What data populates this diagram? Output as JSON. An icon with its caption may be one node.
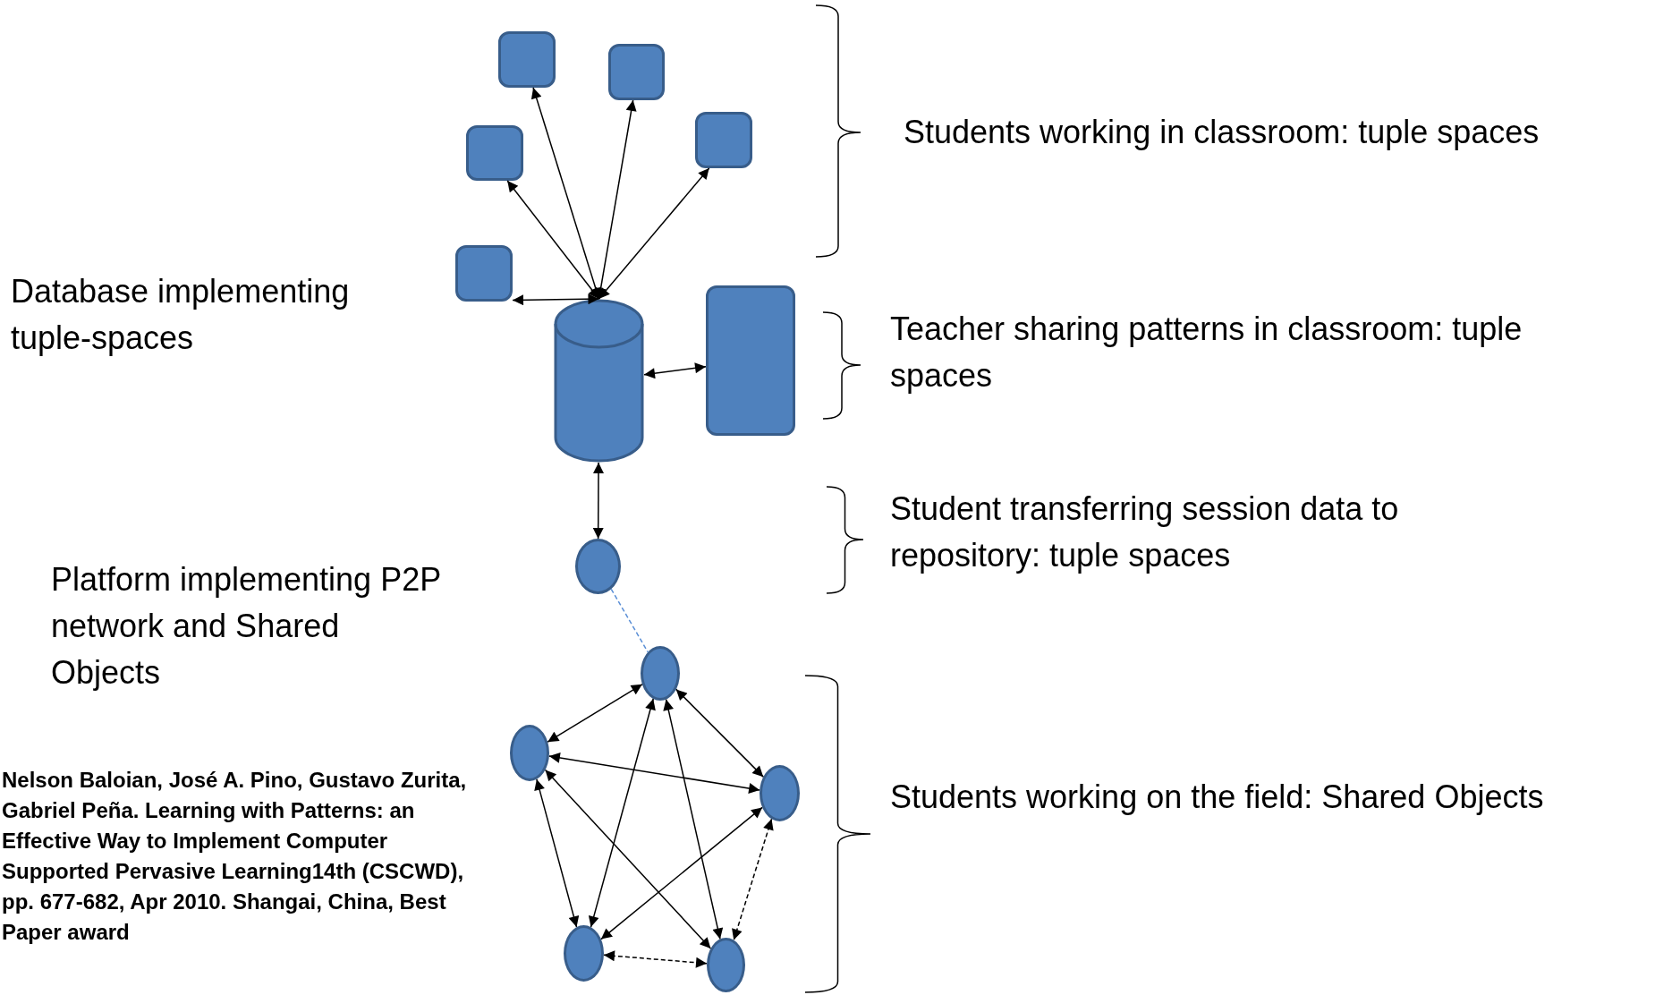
{
  "diagram": {
    "nodes": [
      {
        "text": [],
        "shape": "box"
      },
      {
        "text": [],
        "shape": "box"
      },
      {
        "text": [],
        "shape": "box"
      },
      {
        "text": [],
        "shape": "box"
      },
      {
        "text": [],
        "shape": "box"
      },
      {
        "text": [],
        "shape": "cylinder"
      },
      {
        "text": [],
        "shape": "box"
      },
      {
        "text": [],
        "shape": "circle"
      },
      {
        "text": [],
        "shape": "circle"
      },
      {
        "text": [],
        "shape": "circle"
      },
      {
        "text": [],
        "shape": "circle"
      },
      {
        "text": [],
        "shape": "circle"
      },
      {
        "text": [],
        "shape": "circle"
      }
    ],
    "edges": [
      {
        "from": 5,
        "to": 0,
        "arrow": "both"
      },
      {
        "from": 5,
        "to": 1,
        "arrow": "both"
      },
      {
        "from": 5,
        "to": 2,
        "arrow": "both"
      },
      {
        "from": 5,
        "to": 3,
        "arrow": "both"
      },
      {
        "from": 5,
        "to": 4,
        "arrow": "both"
      },
      {
        "from": 5,
        "to": 6,
        "arrow": "both"
      },
      {
        "from": 5,
        "to": 7,
        "arrow": "both"
      },
      {
        "from": 7,
        "to": 8,
        "arrow": "none",
        "style": "dashed",
        "color": "#5b8fd6"
      },
      {
        "from": 8,
        "to": 9,
        "arrow": "both"
      },
      {
        "from": 8,
        "to": 10,
        "arrow": "both"
      },
      {
        "from": 8,
        "to": 11,
        "arrow": "both"
      },
      {
        "from": 8,
        "to": 12,
        "arrow": "both"
      },
      {
        "from": 9,
        "to": 10,
        "arrow": "both"
      },
      {
        "from": 9,
        "to": 11,
        "arrow": "both"
      },
      {
        "from": 9,
        "to": 12,
        "arrow": "both"
      },
      {
        "from": 10,
        "to": 11,
        "arrow": "both"
      },
      {
        "from": 10,
        "to": 12,
        "arrow": "both",
        "style": "dashed"
      },
      {
        "from": 11,
        "to": 12,
        "arrow": "both",
        "style": "dashed"
      }
    ],
    "labels": [
      "Students working in classroom: tuple spaces",
      "Database implementing tuple-spaces",
      "Teacher sharing patterns in classroom: tuple spaces",
      "Student transferring session data to repository: tuple spaces",
      "Platform implementing P2P network and Shared Objects",
      "Students working on the field: Shared Objects",
      "Nelson Baloian, José A. Pino, Gustavo Zurita, Gabriel Peña. Learning with Patterns: an Effective Way to Implement Computer Supported Pervasive Learning14th (CSCWD), pp. 677-682, Apr 2010. Shangai, China, Best Paper award"
    ]
  }
}
